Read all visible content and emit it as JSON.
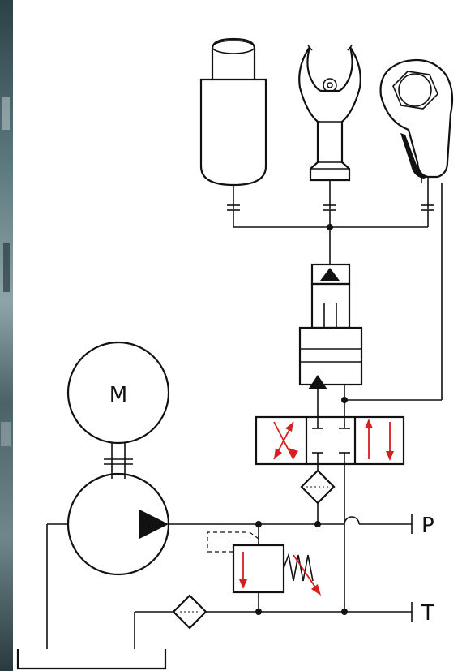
{
  "labels": {
    "motor": "M",
    "pressure_port": "P",
    "tank_port": "T"
  },
  "colors": {
    "line": "#111111",
    "arrow_red": "#d81e1e",
    "background": "#ffffff",
    "photo_strip": "#3f5a60"
  }
}
